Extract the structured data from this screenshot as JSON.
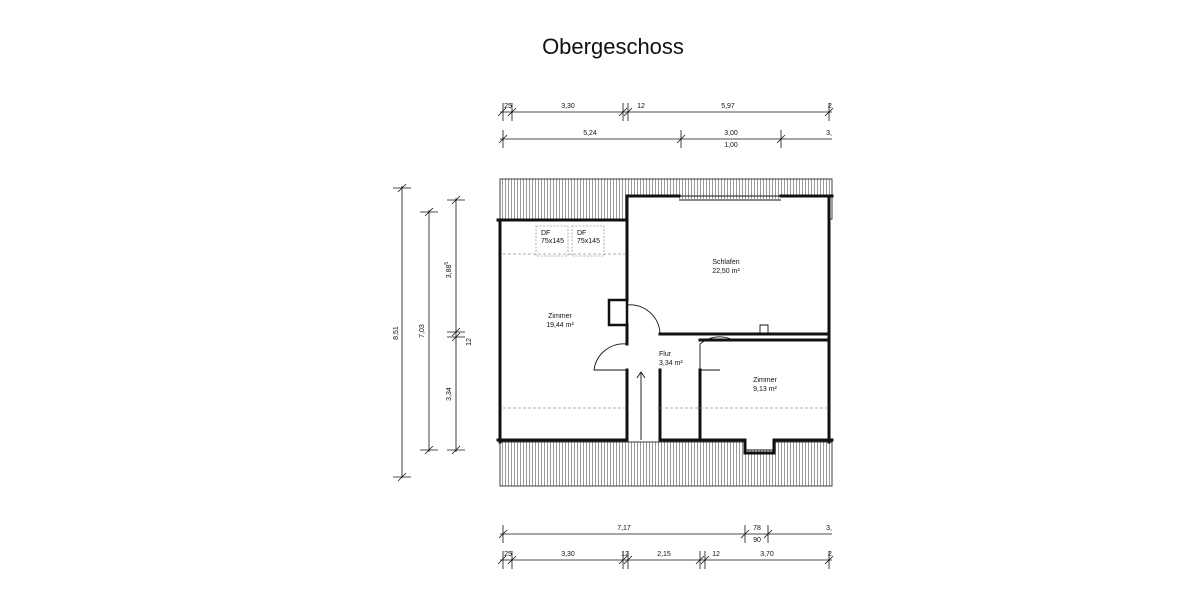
{
  "title": "Obergeschoss",
  "dimensions": {
    "top_row_1": [
      "25",
      "3,30",
      "12",
      "5,97",
      "2"
    ],
    "top_row_2": [
      "5,24",
      "3,00",
      "3,"
    ],
    "top_row_2_sub": "1,00",
    "left_col_1": "8,51",
    "left_col_2": "7,03",
    "left_col_3_upper": "3,88",
    "left_col_3_upper_sup": "5",
    "left_col_3_lower": "3,34",
    "left_col_3_mid": "12",
    "bottom_row_1": [
      "7,17",
      "78",
      "3,"
    ],
    "bottom_row_1_sub": "90",
    "bottom_row_2": [
      "25",
      "3,30",
      "12",
      "2,15",
      "12",
      "3,70",
      "2"
    ]
  },
  "rooms": {
    "dachfenster_1": {
      "line1": "DF",
      "line2": "75x145"
    },
    "dachfenster_2": {
      "line1": "DF",
      "line2": "75x145"
    },
    "zimmer_left": {
      "name": "Zimmer",
      "area": "19,44 m²"
    },
    "schlafen": {
      "name": "Schlafen",
      "area": "22,50 m²"
    },
    "flur": {
      "name": "Flur",
      "area": "3,34 m²"
    },
    "zimmer_right": {
      "name": "Zimmer",
      "area": "9,13 m²"
    }
  }
}
